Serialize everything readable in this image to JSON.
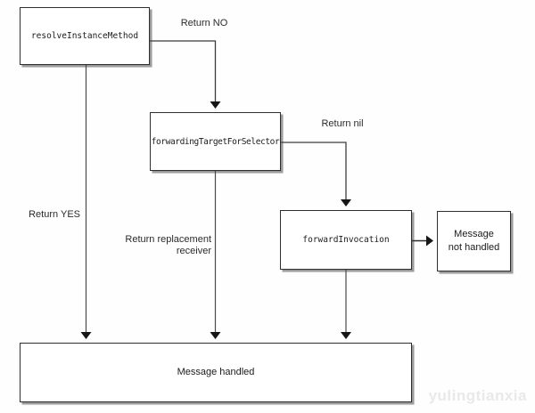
{
  "diagram": {
    "type": "flowchart",
    "nodes": [
      {
        "id": "resolve-instance-method",
        "label": "resolveInstanceMethod"
      },
      {
        "id": "forwarding-target-for-selector",
        "label": "forwardingTargetForSelector"
      },
      {
        "id": "forward-invocation",
        "label": "forwardInvocation"
      },
      {
        "id": "message-not-handled",
        "label": "Message\nnot handled"
      },
      {
        "id": "message-handled",
        "label": "Message handled"
      }
    ],
    "edge_labels": [
      {
        "id": "return-no",
        "text": "Return NO"
      },
      {
        "id": "return-yes",
        "text": "Return YES"
      },
      {
        "id": "return-nil",
        "text": "Return nil"
      },
      {
        "id": "return-replacement-receiver",
        "text": "Return replacement\nreceiver"
      }
    ],
    "colors": {
      "background": "#fefefe",
      "box_border": "#2e2e2e",
      "line": "#3c3c3c",
      "arrowhead": "#161616",
      "watermark": "#e9e9e9"
    }
  },
  "watermark": {
    "text": "yulingtianxia"
  }
}
